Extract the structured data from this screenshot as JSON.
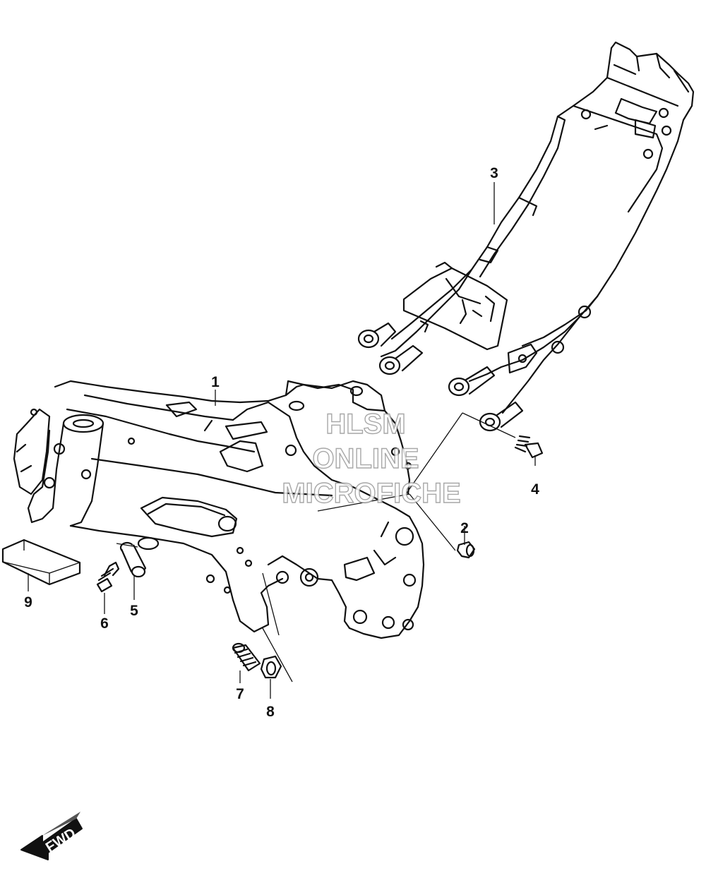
{
  "callouts": {
    "c1": "1",
    "c2": "2",
    "c3": "3",
    "c4": "4",
    "c5": "5",
    "c6": "6",
    "c7": "7",
    "c8": "8",
    "c9": "9"
  },
  "watermark": {
    "line1": "HLSM",
    "line2": "ONLINE",
    "line3": "MICROFICHE"
  },
  "direction_arrow": {
    "label": "FWD",
    "icon": "fwd-arrow-icon"
  },
  "colors": {
    "ink": "#111111",
    "background": "#ffffff",
    "watermark_outline": "#999999"
  }
}
